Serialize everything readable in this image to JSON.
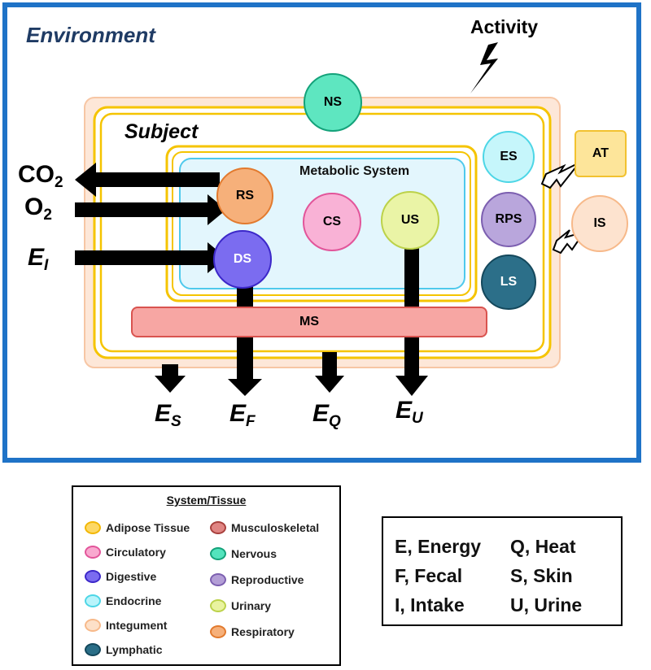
{
  "environment": {
    "title": "Environment",
    "activity": "Activity"
  },
  "subject": {
    "title": "Subject"
  },
  "metabolic": {
    "title": "Metabolic System"
  },
  "nodes": {
    "ns": "NS",
    "es": "ES",
    "rps": "RPS",
    "ls": "LS",
    "is": "IS",
    "at": "AT",
    "rs": "RS",
    "cs": "CS",
    "us": "US",
    "ds": "DS",
    "ms": "MS"
  },
  "flows": {
    "co2": {
      "main": "CO",
      "sub": "2"
    },
    "o2": {
      "main": "O",
      "sub": "2"
    },
    "ei": {
      "main": "E",
      "sub": "I"
    },
    "es": {
      "main": "E",
      "sub": "S"
    },
    "ef": {
      "main": "E",
      "sub": "F"
    },
    "eq": {
      "main": "E",
      "sub": "Q"
    },
    "eu": {
      "main": "E",
      "sub": "U"
    }
  },
  "legend": {
    "title": "System/Tissue",
    "items": [
      {
        "label": "Adipose Tissue",
        "fill": "#fdd865",
        "stroke": "#f2b705"
      },
      {
        "label": "Circulatory",
        "fill": "#f9a8cf",
        "stroke": "#e2559a"
      },
      {
        "label": "Digestive",
        "fill": "#7b6cf0",
        "stroke": "#3c28c9"
      },
      {
        "label": "Endocrine",
        "fill": "#b9f4fb",
        "stroke": "#4dd6e6"
      },
      {
        "label": "Integument",
        "fill": "#fde0c8",
        "stroke": "#f7b98a"
      },
      {
        "label": "Lymphatic",
        "fill": "#2a6e87",
        "stroke": "#14485c"
      },
      {
        "label": "Musculoskeletal",
        "fill": "#e08583",
        "stroke": "#a8403d"
      },
      {
        "label": "Nervous",
        "fill": "#53e4bd",
        "stroke": "#14a27a"
      },
      {
        "label": "Reproductive",
        "fill": "#b39ed6",
        "stroke": "#7c5fb0"
      },
      {
        "label": "Urinary",
        "fill": "#e9f3a0",
        "stroke": "#bcd24a"
      },
      {
        "label": "Respiratory",
        "fill": "#f6b07a",
        "stroke": "#e27a2e"
      }
    ]
  },
  "abbreviations": [
    "E, Energy",
    "F, Fecal",
    "I, Intake",
    "Q, Heat",
    "S, Skin",
    "U, Urine"
  ]
}
